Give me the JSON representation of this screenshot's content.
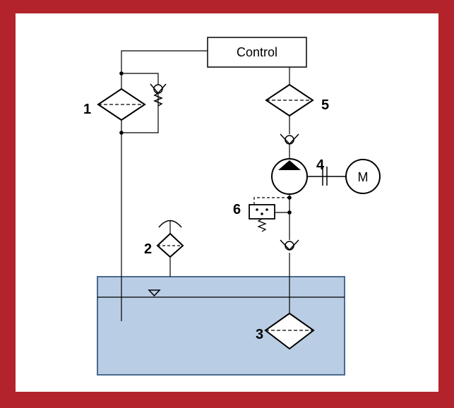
{
  "control": {
    "label": "Control"
  },
  "components": [
    {
      "id": "1",
      "label": "1",
      "icon": "filter-with-bypass-check-valve-icon"
    },
    {
      "id": "2",
      "label": "2",
      "icon": "breather-filter-icon"
    },
    {
      "id": "3",
      "label": "3",
      "icon": "suction-strainer-icon"
    },
    {
      "id": "4",
      "label": "4",
      "icon": "hydraulic-pump-icon"
    },
    {
      "id": "5",
      "label": "5",
      "icon": "filter-icon"
    },
    {
      "id": "6",
      "label": "6",
      "icon": "pressure-relief-valve-icon"
    }
  ],
  "motor": {
    "label": "M"
  },
  "colors": {
    "border": "#b3232b",
    "reservoir_fill": "#b9cde5",
    "reservoir_stroke": "#4a6a8f",
    "line": "#000000"
  }
}
